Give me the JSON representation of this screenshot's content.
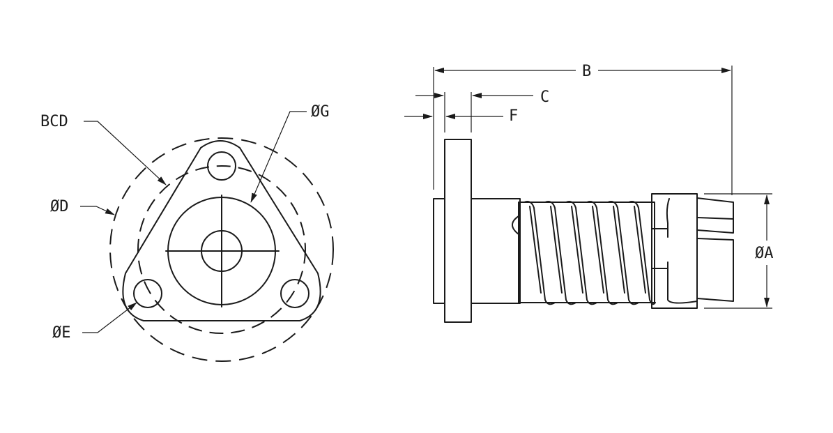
{
  "labels": {
    "bcd": "BCD",
    "dia_g": "ØG",
    "dia_d": "ØD",
    "dia_e": "ØE",
    "b": "B",
    "c": "C",
    "f": "F",
    "dia_a": "ØA"
  },
  "colors": {
    "line": "#1a1a1a",
    "background": "#ffffff"
  }
}
